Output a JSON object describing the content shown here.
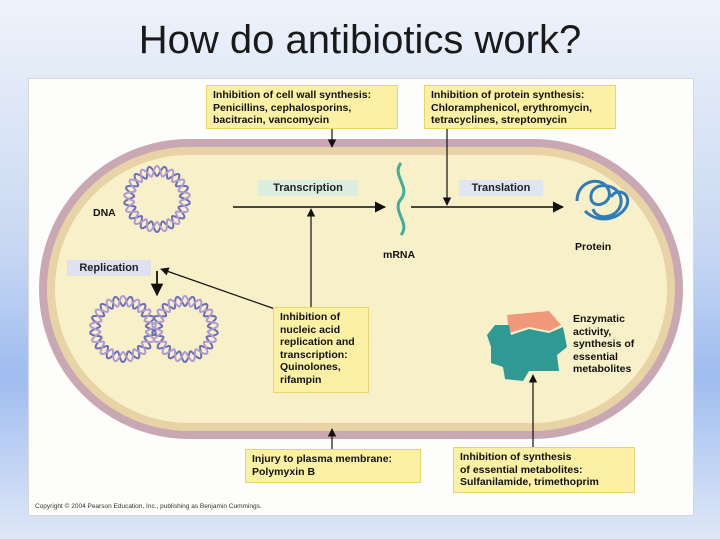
{
  "title": "How do antibiotics work?",
  "notes": {
    "cell_wall": "Inhibition of cell wall synthesis:\nPenicillins, cephalosporins,\nbacitracin, vancomycin",
    "protein_synthesis": "Inhibition of protein synthesis:\nChloramphenicol, erythromycin,\ntetracyclines, streptomycin",
    "nucleic_acid": "Inhibition of\nnucleic acid\nreplication and\ntranscription:\nQuinolones,\nrifampin",
    "plasma_membrane": "Injury to plasma membrane:\nPolymyxin B",
    "metabolites": "Inhibition of synthesis\nof essential metabolites:\nSulfanilamide, trimethoprim"
  },
  "processes": {
    "transcription": "Transcription",
    "translation": "Translation",
    "replication": "Replication"
  },
  "labels": {
    "dna": "DNA",
    "mrna": "mRNA",
    "protein": "Protein",
    "enzyme": "Enzymatic\nactivity,\nsynthesis of\nessential\nmetabolites"
  },
  "copyright": "Copyright © 2004 Pearson Education, Inc., publishing as Benjamin Cummings.",
  "colors": {
    "note_fill": "#fbf0a3",
    "process_label_fill": "#dbeee0",
    "dna_strand_a": "#6a6fb8",
    "dna_strand_b": "#b19ad3",
    "mrna": "#3fae9a",
    "protein": "#2f7cb8",
    "enzyme": "#2f9a93",
    "substrate": "#f0987a"
  }
}
